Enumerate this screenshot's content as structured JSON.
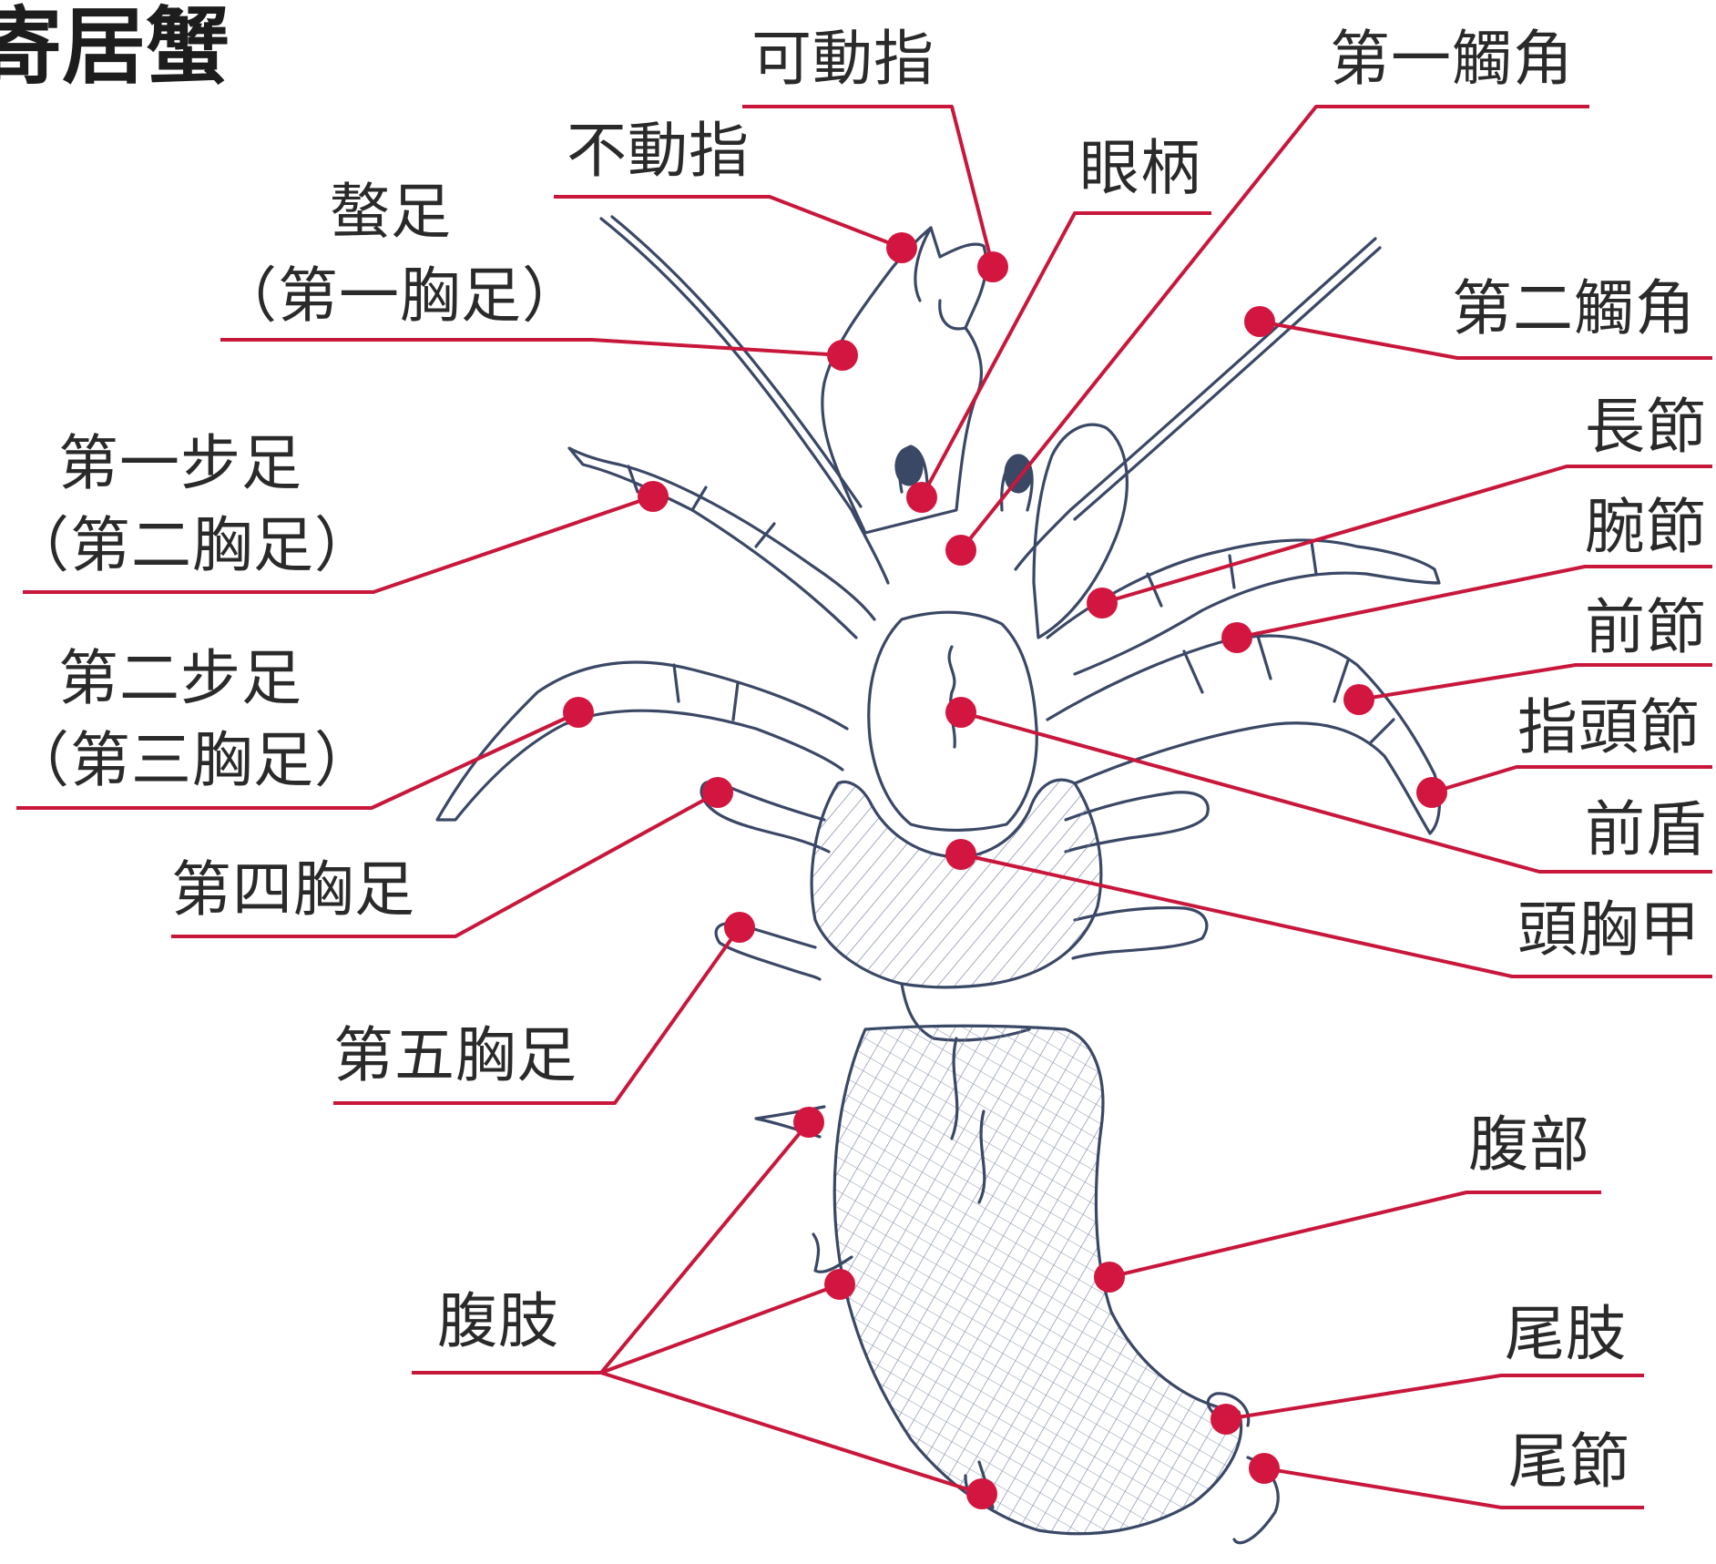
{
  "title": "寄居蟹",
  "colors": {
    "leader": "#c8173b",
    "dot": "#d3163f",
    "outline": "#3a4866",
    "hatch": "#6b7896",
    "text": "#2a2a2a"
  },
  "labels": {
    "movable_finger": "可動指",
    "fixed_finger": "不動指",
    "cheliped": "螯足",
    "cheliped_sub": "（第一胸足）",
    "eyestalk": "眼柄",
    "antennule": "第一觸角",
    "antenna": "第二觸角",
    "walk1": "第一步足",
    "walk1_sub": "（第二胸足）",
    "walk2": "第二步足",
    "walk2_sub": "（第三胸足）",
    "leg4": "第四胸足",
    "leg5": "第五胸足",
    "merus": "長節",
    "carpus": "腕節",
    "propodus": "前節",
    "dactylus": "指頭節",
    "shield": "前盾",
    "carapace": "頭胸甲",
    "abdomen": "腹部",
    "pleopod": "腹肢",
    "uropod": "尾肢",
    "telson": "尾節"
  }
}
